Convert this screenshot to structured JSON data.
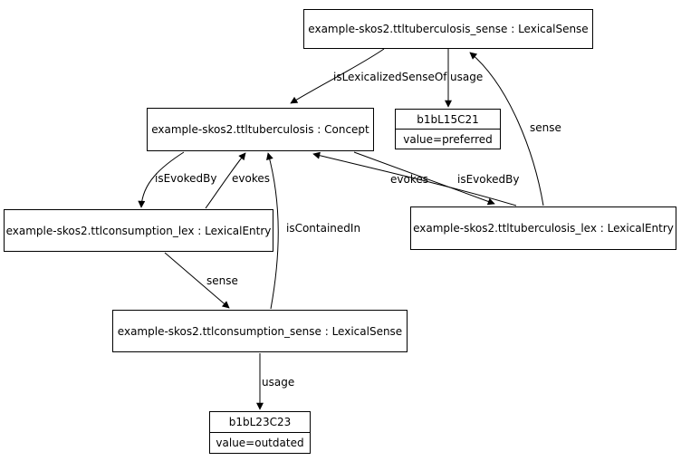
{
  "diagram": {
    "background_color": "#ffffff",
    "line_color": "#000000",
    "nodes": [
      {
        "id": "tuberculosis-sense",
        "label": "example-skos2.ttltuberculosis_sense : LexicalSense"
      },
      {
        "id": "tuberculosis-concept",
        "label": "example-skos2.ttltuberculosis : Concept"
      },
      {
        "id": "consumption-lex",
        "label": "example-skos2.ttlconsumption_lex : LexicalEntry"
      },
      {
        "id": "tuberculosis-lex",
        "label": "example-skos2.ttltuberculosis_lex : LexicalEntry"
      },
      {
        "id": "consumption-sense",
        "label": "example-skos2.ttlconsumption_sense : LexicalSense"
      }
    ],
    "records": [
      {
        "id": "b1bL15C21",
        "title": "b1bL15C21",
        "value": "value=preferred"
      },
      {
        "id": "b1bL23C23",
        "title": "b1bL23C23",
        "value": "value=outdated"
      }
    ],
    "edges": [
      {
        "label": "isLexicalizedSenseOf",
        "from": "tuberculosis-sense",
        "to": "tuberculosis-concept"
      },
      {
        "label": "usage",
        "from": "tuberculosis-sense",
        "to": "b1bL15C21"
      },
      {
        "label": "sense",
        "from": "tuberculosis-lex",
        "to": "tuberculosis-sense"
      },
      {
        "label": "isEvokedBy",
        "from": "tuberculosis-concept",
        "to": "consumption-lex"
      },
      {
        "label": "evokes",
        "from": "consumption-lex",
        "to": "tuberculosis-concept"
      },
      {
        "label": "isContainedIn",
        "from": "consumption-sense",
        "to": "tuberculosis-concept"
      },
      {
        "label": "evokes",
        "from": "tuberculosis-lex",
        "to": "tuberculosis-concept"
      },
      {
        "label": "isEvokedBy",
        "from": "tuberculosis-concept",
        "to": "tuberculosis-lex"
      },
      {
        "label": "sense",
        "from": "consumption-lex",
        "to": "consumption-sense"
      },
      {
        "label": "usage",
        "from": "consumption-sense",
        "to": "b1bL23C23"
      }
    ]
  }
}
